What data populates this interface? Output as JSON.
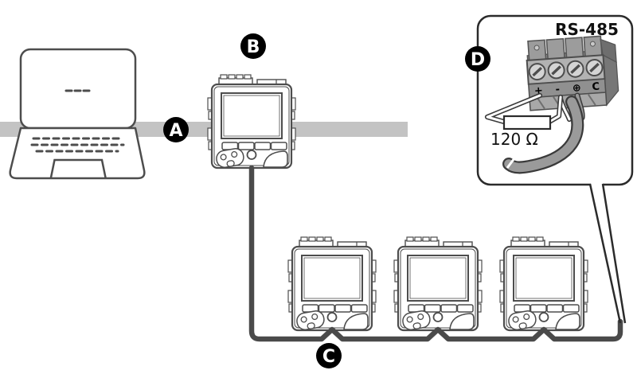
{
  "diagram": {
    "labels": {
      "a": "A",
      "b": "B",
      "c": "C",
      "d": "D"
    },
    "callout": {
      "title": "RS-485",
      "resistor_label": "120 Ω",
      "terminal_labels": [
        "+",
        "-",
        "⊕",
        "C"
      ]
    },
    "components": {
      "laptop": "laptop-icon",
      "gateway_meter": "power-meter-icon",
      "daisy_chain_meter_count": 3
    },
    "colors": {
      "bus_band": "#c3c3c3",
      "cable": "#4a4a4a",
      "line_art": "#4d4d4d",
      "callout_stroke": "#2b2b2b",
      "label_bg": "#000000",
      "label_fg": "#ffffff",
      "connector_body": "#9a9a9a"
    }
  }
}
